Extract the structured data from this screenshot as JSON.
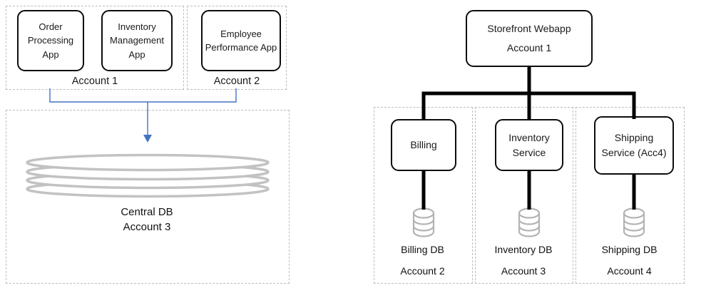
{
  "left_diagram": {
    "group_account1": {
      "label": "Account 1",
      "apps": [
        {
          "label": "Order Processing App"
        },
        {
          "label": "Inventory Management App"
        }
      ]
    },
    "group_account2": {
      "label": "Account 2",
      "apps": [
        {
          "label": "Employee Performance App"
        }
      ]
    },
    "central_db": {
      "name": "Central DB",
      "account": "Account 3"
    }
  },
  "right_diagram": {
    "root": {
      "name": "Storefront Webapp",
      "account": "Account 1"
    },
    "columns": [
      {
        "service": "Billing",
        "db": "Billing DB",
        "account": "Account 2"
      },
      {
        "service": "Inventory Service",
        "db": "Inventory DB",
        "account": "Account 3"
      },
      {
        "service": "Shipping Service (Acc4)",
        "db": "Shipping DB",
        "account": "Account 4"
      }
    ]
  },
  "colors": {
    "connector_blue": "#4472C4",
    "node_border": "#000000",
    "dashed_border": "#BDBDBD",
    "db_gray": "#C2C2C2"
  }
}
